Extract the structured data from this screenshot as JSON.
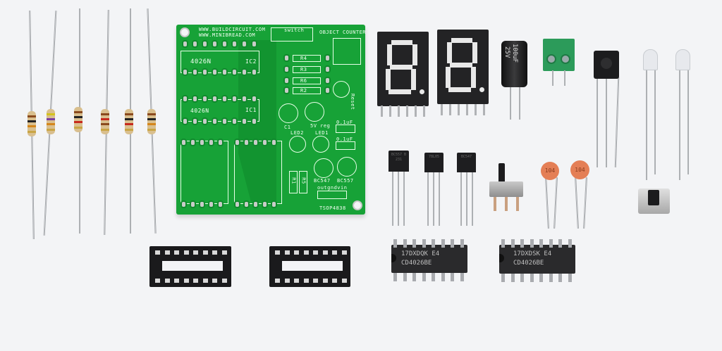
{
  "pcb": {
    "url1": "WWW.BUILDCIRCUIT.COM",
    "url2": "WWW.MINIBREAD.COM",
    "title": "OBJECT COUNTER",
    "switch": "switch",
    "ic2_type": "4026N",
    "ic2": "IC2",
    "ic1_type": "4026N",
    "ic1": "IC1",
    "resistors": [
      "R4",
      "R3",
      "R6",
      "R2"
    ],
    "reset": "Reset",
    "c1": "C1",
    "reg": "5V reg",
    "cap1": "0.1uF",
    "cap2": "0.1uF",
    "led2": "LED2",
    "led1": "LED1",
    "r1": "R1",
    "r5": "R5",
    "q1": "BC547",
    "q2": "BC557",
    "tsop_pins": "outgndvin",
    "tsop": "TSOP4838"
  },
  "electrolytic_capacitor": {
    "value": "100uF",
    "voltage": "25V"
  },
  "transistors": [
    {
      "marking": "BC557 B 231"
    },
    {
      "marking": "78L05"
    },
    {
      "marking": "BC547"
    }
  ],
  "ceramic_capacitors": [
    {
      "value": "104"
    },
    {
      "value": "104"
    }
  ],
  "ics": [
    {
      "lot": "17DXDQK E4",
      "part": "CD4026BE"
    },
    {
      "lot": "17DXDSK E4",
      "part": "CD4026BE"
    }
  ]
}
